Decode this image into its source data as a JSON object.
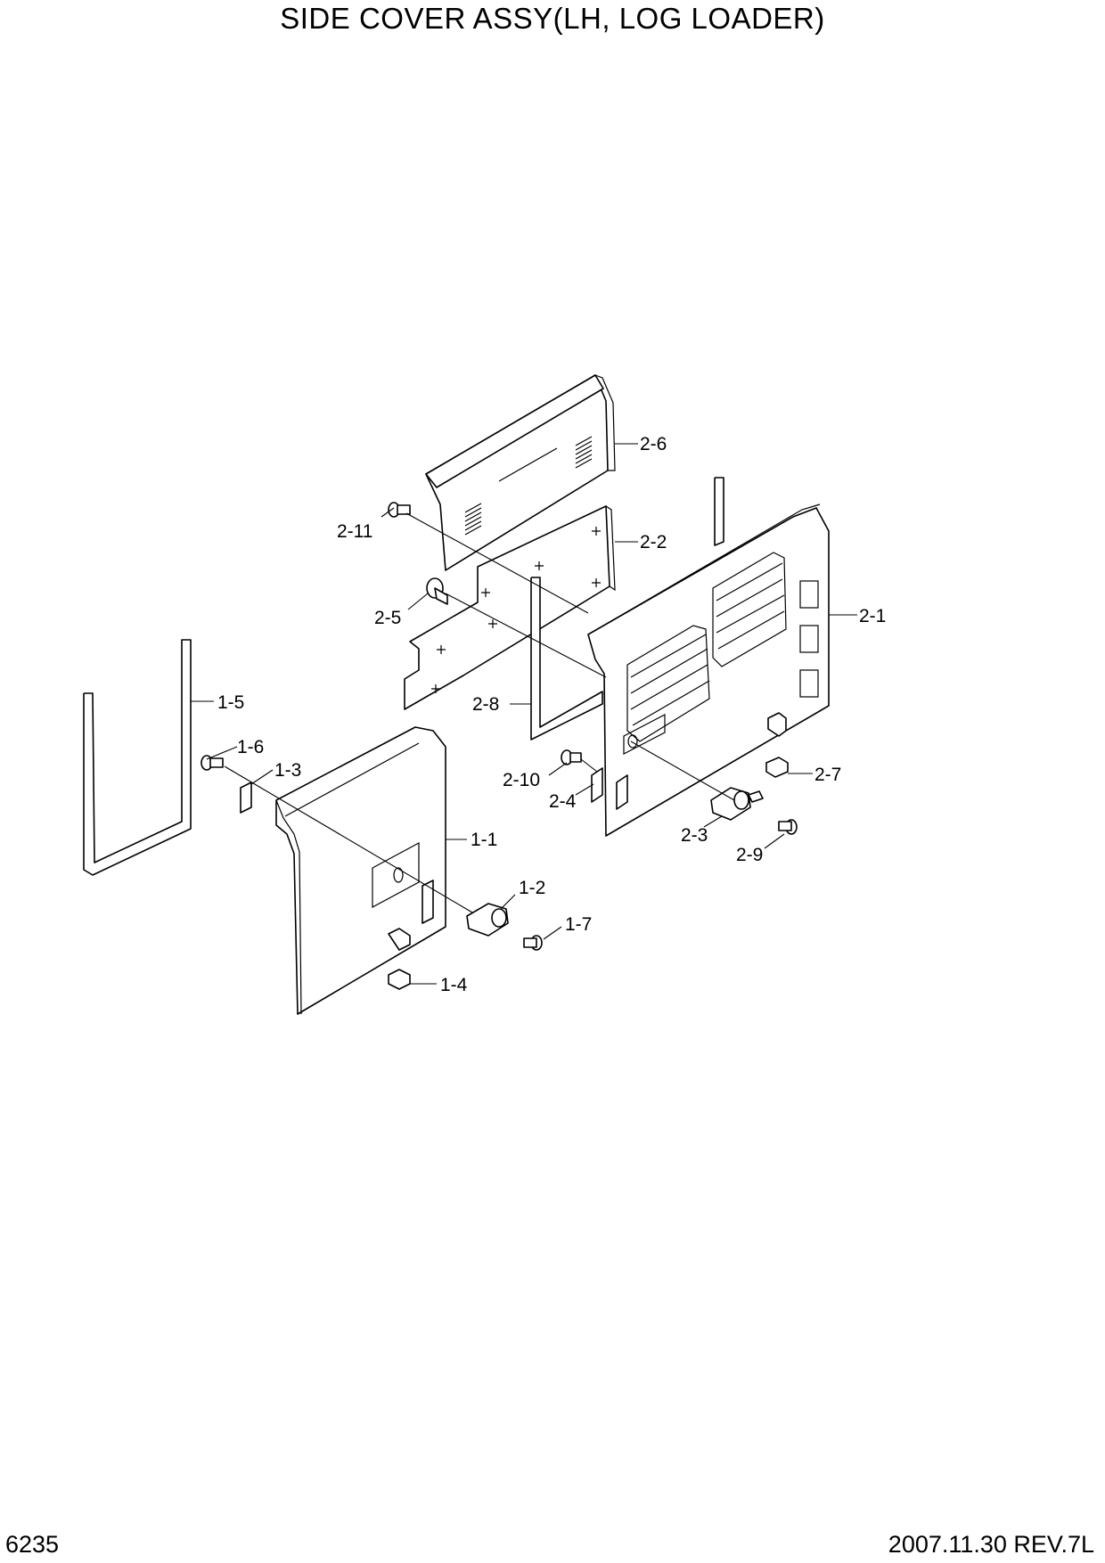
{
  "header": {
    "title": "SIDE COVER ASSY(LH, LOG LOADER)"
  },
  "footer": {
    "page_number": "6235",
    "revision": "2007.11.30  REV.7L"
  },
  "callouts": {
    "c2_6": "2-6",
    "c2_11": "2-11",
    "c2_2": "2-2",
    "c2_5": "2-5",
    "c2_1": "2-1",
    "c1_5": "1-5",
    "c2_8": "2-8",
    "c1_6": "1-6",
    "c1_3": "1-3",
    "c2_10": "2-10",
    "c2_7": "2-7",
    "c2_4": "2-4",
    "c2_3": "2-3",
    "c1_1": "1-1",
    "c2_9": "2-9",
    "c1_2": "1-2",
    "c1_7": "1-7",
    "c1_4": "1-4"
  }
}
